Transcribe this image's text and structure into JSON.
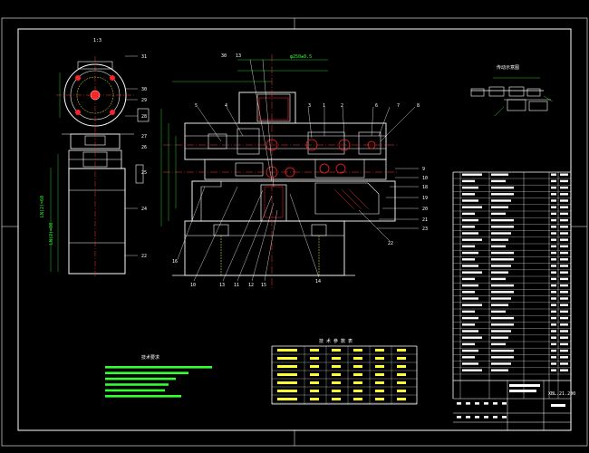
{
  "scale_label": "1:3",
  "balloons_top_left": [
    "31",
    "30",
    "29",
    "28",
    "27",
    "26",
    "25",
    "24",
    "22"
  ],
  "balloons_main_top": [
    "30",
    "13",
    "5",
    "4",
    "3",
    "1",
    "2",
    "6",
    "7",
    "8"
  ],
  "balloons_main_bottom": [
    "16",
    "10",
    "13",
    "11",
    "12",
    "15",
    "14"
  ],
  "balloons_right_side": [
    "9",
    "10",
    "18",
    "19",
    "20",
    "21",
    "22",
    "23"
  ],
  "detail_title": "传动示意图",
  "table_title": "技 术 参 数 表",
  "notes_title": "技术要求",
  "drawing_number": "XBL.21.200",
  "colors": {
    "background": "#000000",
    "outline": "#ffffff",
    "dimension": "#33ff33",
    "centerline": "#ff3333",
    "hidden": "#ffff33",
    "hatch": "#33ffff",
    "red_fill": "#ff2222"
  }
}
